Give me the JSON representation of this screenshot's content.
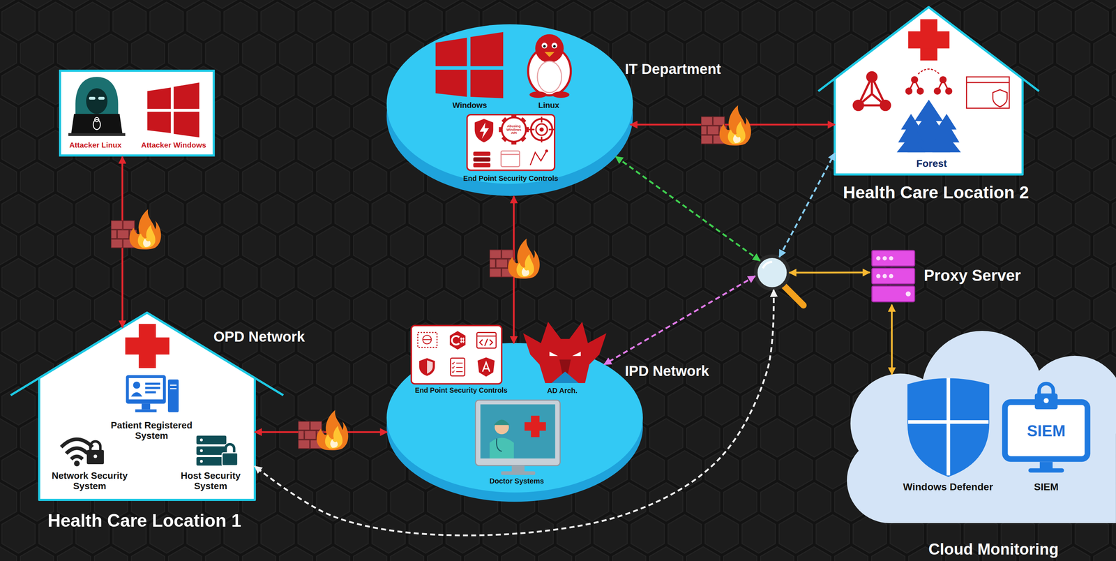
{
  "diagram": {
    "nodes": [
      {
        "text": [
          "Attacker Linux",
          "Attacker Windows"
        ]
      },
      {
        "text": [
          "IT Department",
          "Windows",
          "Linux"
        ]
      },
      {
        "text": [
          "End Point Security Controls",
          "Abusing Windows API"
        ],
        "in": 1
      },
      {
        "text": [
          "Forest",
          "Health Care Location 2"
        ]
      },
      {
        "text": []
      },
      {
        "text": [
          "Proxy Server"
        ]
      },
      {
        "text": [
          "IPD Network",
          "AD Arch.",
          "Doctor Systems"
        ]
      },
      {
        "text": [
          "End Point Security Controls"
        ],
        "in": 6
      },
      {
        "text": [
          "OPD Network",
          "Patient Registered System",
          "Network Security System",
          "Host Security System",
          "Health Care Location 1"
        ]
      },
      {
        "text": [
          "Windows Defender",
          "SIEM",
          "SIEM",
          "Cloud Monitoring"
        ]
      }
    ],
    "edges": [
      {
        "from": 0,
        "to": 8,
        "arrow": "both"
      },
      {
        "from": 1,
        "to": 3,
        "arrow": "both"
      },
      {
        "from": 1,
        "to": 6,
        "arrow": "both"
      },
      {
        "from": 6,
        "to": 8,
        "arrow": "both"
      },
      {
        "from": 4,
        "to": 1,
        "arrow": "both"
      },
      {
        "from": 4,
        "to": 3,
        "arrow": "both"
      },
      {
        "from": 4,
        "to": 6,
        "arrow": "both"
      },
      {
        "from": 4,
        "to": 8,
        "arrow": "both"
      },
      {
        "from": 4,
        "to": 5,
        "arrow": "both"
      },
      {
        "from": 5,
        "to": 9,
        "arrow": "both"
      }
    ]
  }
}
